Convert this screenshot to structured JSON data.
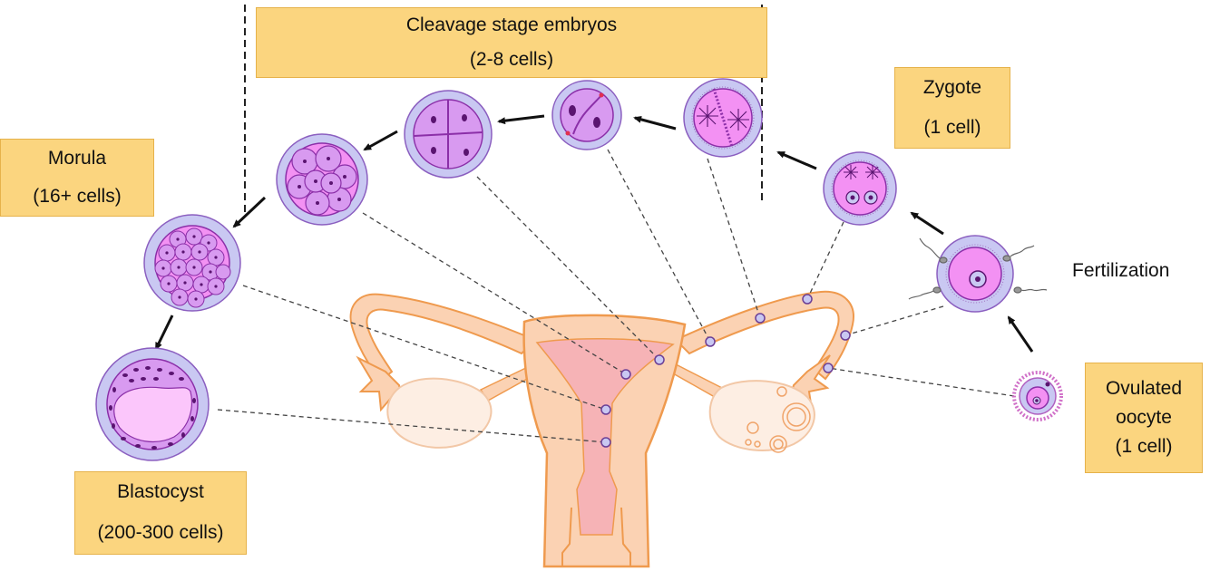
{
  "labels": {
    "cleavage": {
      "title": "Cleavage stage embryos",
      "count": "(2-8 cells)"
    },
    "zygote": {
      "title": "Zygote",
      "count": "(1 cell)"
    },
    "morula": {
      "title": "Morula",
      "count": "(16+ cells)"
    },
    "blastocyst": {
      "title": "Blastocyst",
      "count": "(200-300 cells)"
    },
    "oocyte": {
      "title_line1": "Ovulated",
      "title_line2": "oocyte",
      "count": "(1 cell)"
    },
    "fertilization": "Fertilization"
  },
  "colors": {
    "label_fill": "#fbd57f",
    "uterus": "#fbd2b3",
    "uterus_outline": "#ef9a4e",
    "cavity": "#f6b3b6",
    "zona": "#c9c8f2",
    "cell": "#d89af0",
    "cell_outline": "#8b2fa8",
    "zygote_cell": "#f391f3",
    "nucleus": "#5a1470",
    "ovary": "#fdeee3"
  }
}
